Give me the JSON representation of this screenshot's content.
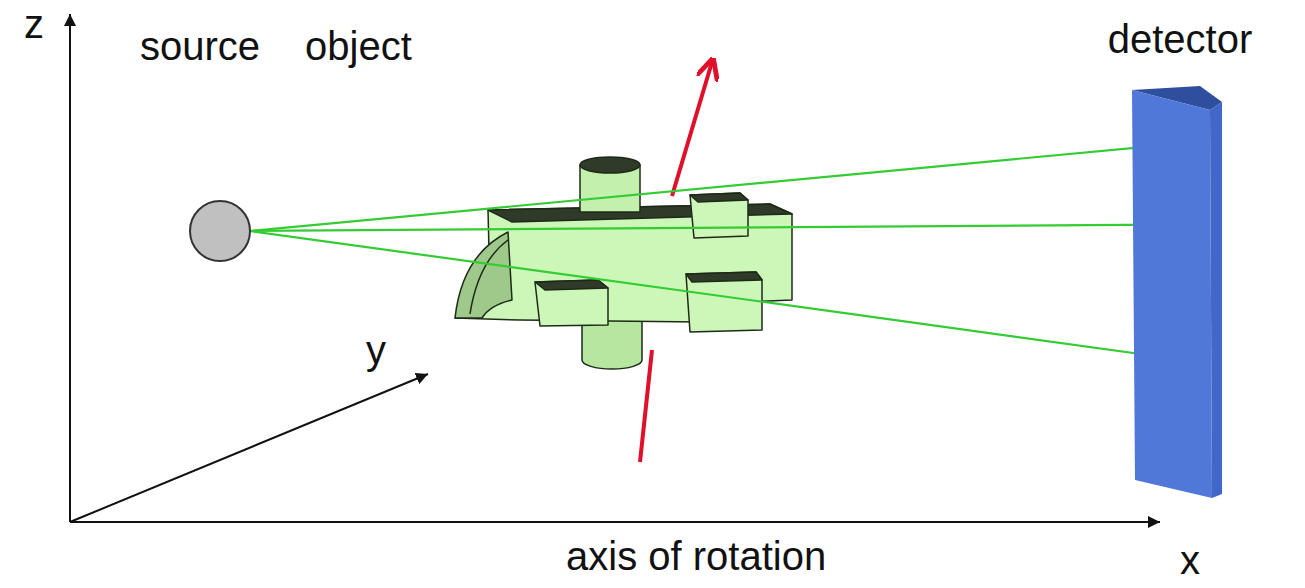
{
  "diagram": {
    "nodes": [
      {
        "text": [
          "source"
        ]
      },
      {
        "text": [
          "detector"
        ]
      }
    ],
    "edges": [
      {
        "from": 0,
        "to": 1,
        "arrow": "to"
      },
      {
        "from": 0,
        "to": 1,
        "arrow": "to"
      },
      {
        "from": 0,
        "to": 1,
        "arrow": "to"
      }
    ],
    "labels": [
      "z",
      "object",
      "y",
      "axis of rotation",
      "x"
    ]
  }
}
